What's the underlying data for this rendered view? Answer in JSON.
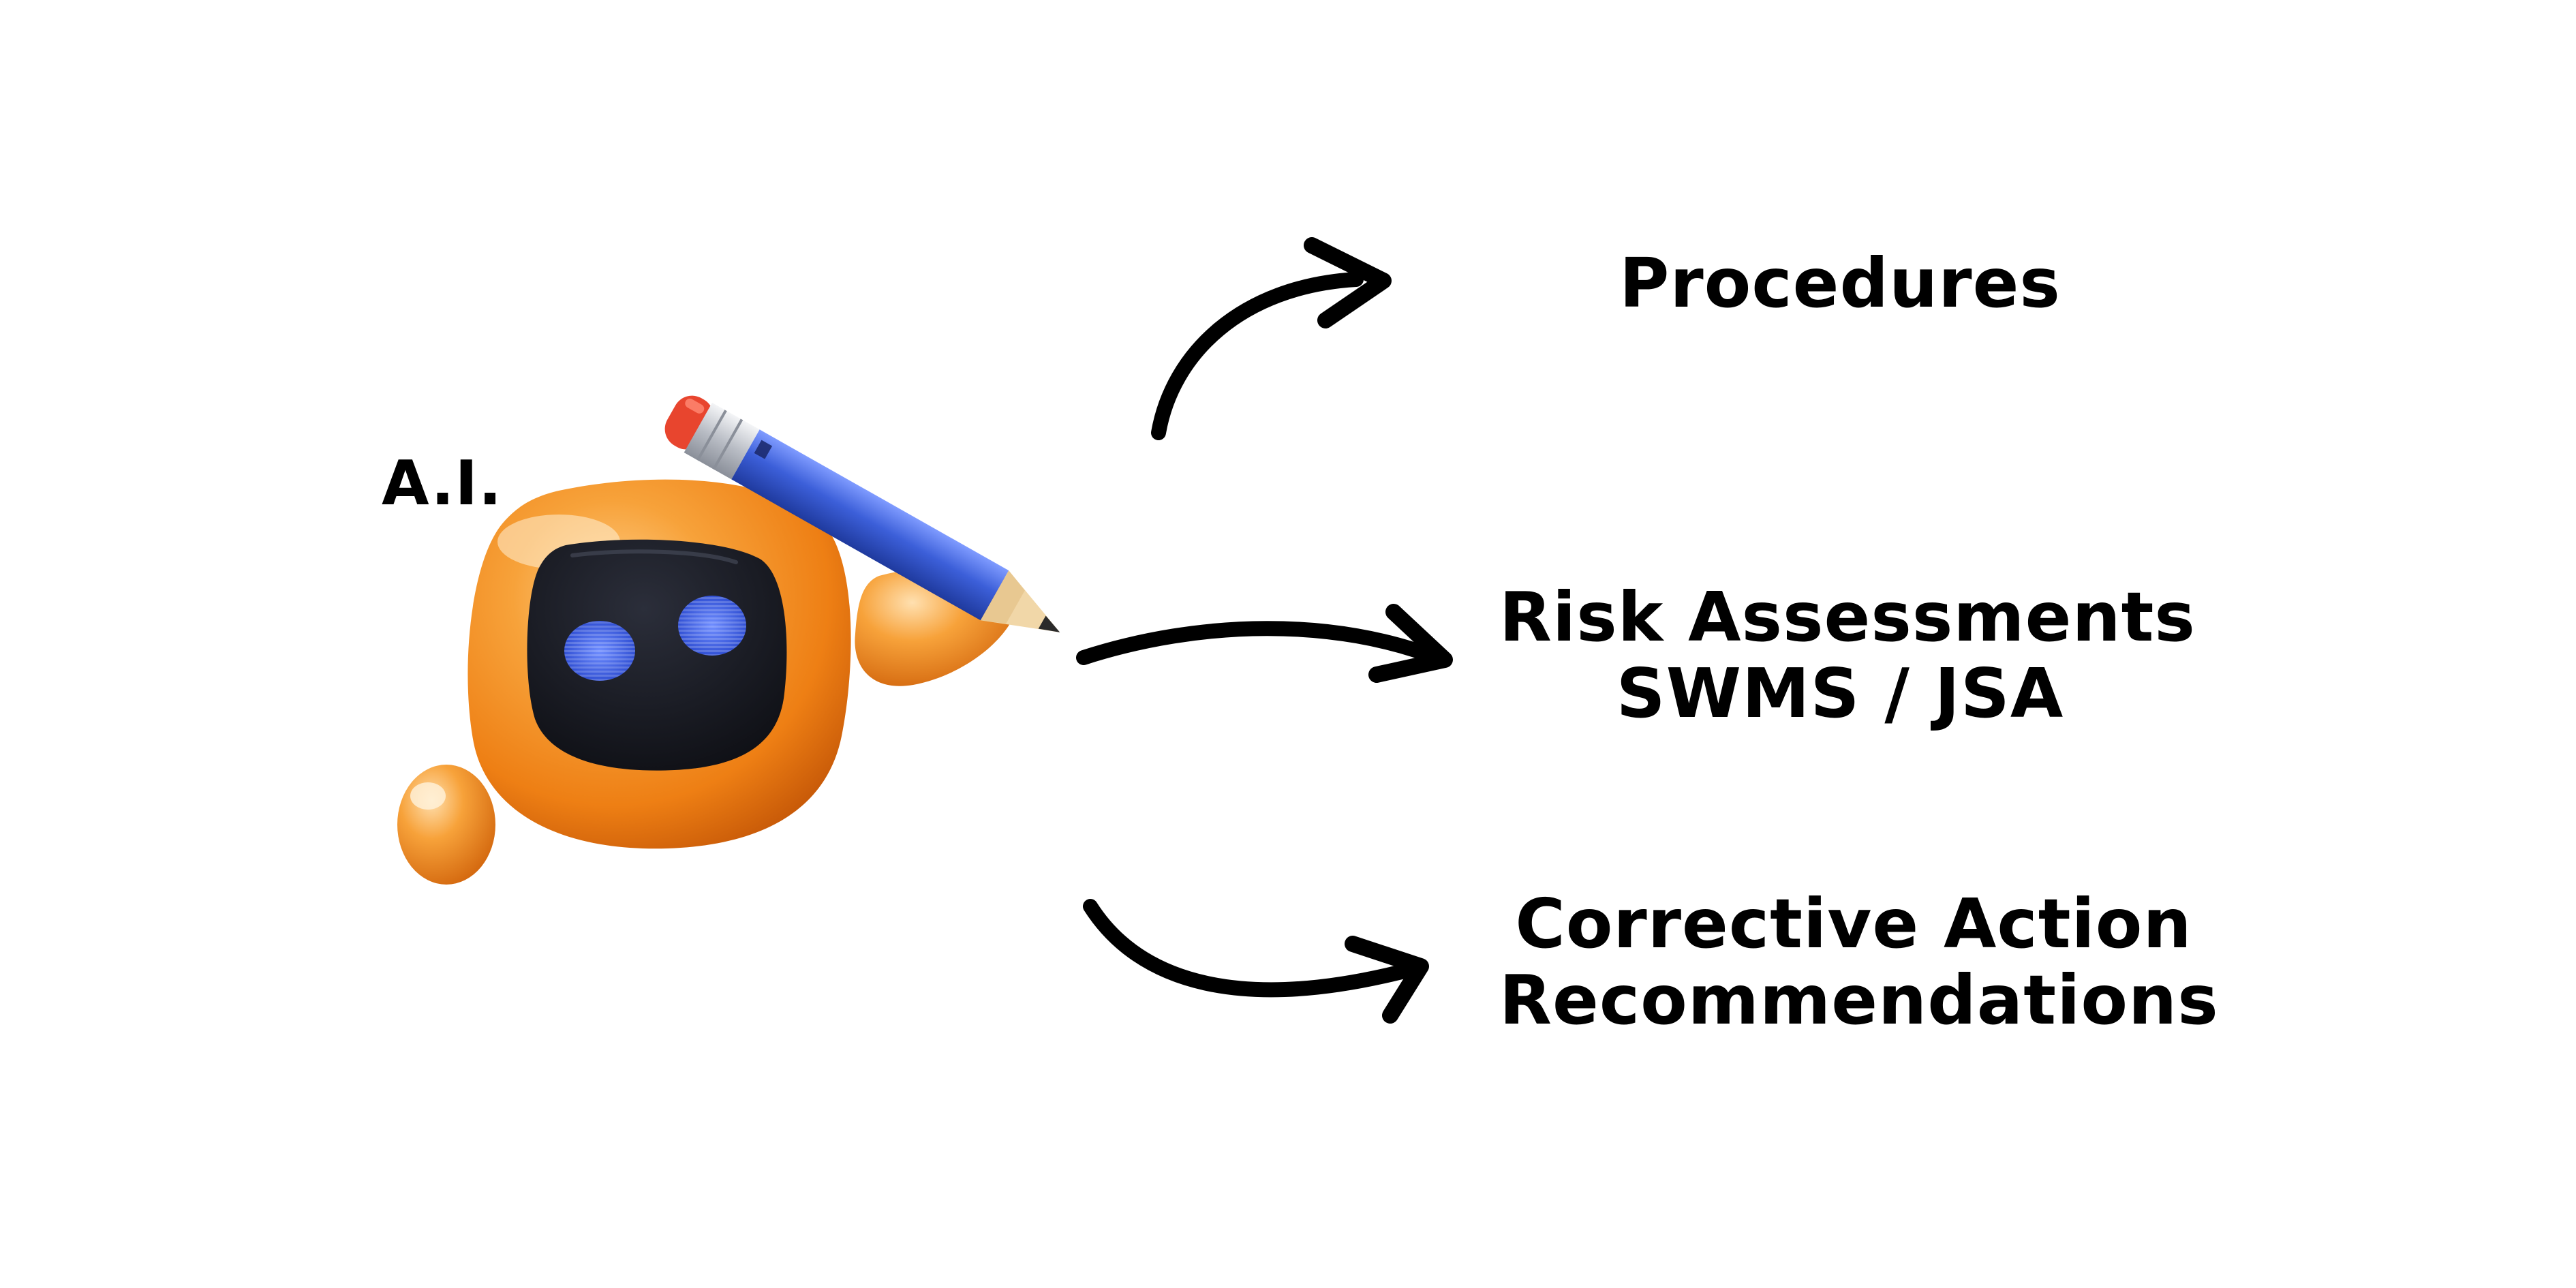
{
  "diagram": {
    "source_label": "A.I.",
    "outputs": [
      {
        "lines": [
          "Procedures"
        ]
      },
      {
        "lines": [
          "Risk Assessments",
          "SWMS / JSA"
        ]
      },
      {
        "lines": [
          "Corrective Action",
          "Recommendations"
        ]
      }
    ]
  },
  "colors": {
    "robot_body": "#f28a1c",
    "robot_highlight": "#ffc066",
    "robot_shadow": "#c85a08",
    "face_screen": "#15161d",
    "eyes": "#3f63e8",
    "pencil_body": "#3c5fd9",
    "pencil_eraser": "#e8452e",
    "pencil_ferrule": "#c9ccd2",
    "pencil_wood": "#f1d7a8",
    "arrows": "#000000"
  },
  "icons": [
    "robot-icon",
    "pencil-icon",
    "arrow-icon"
  ]
}
